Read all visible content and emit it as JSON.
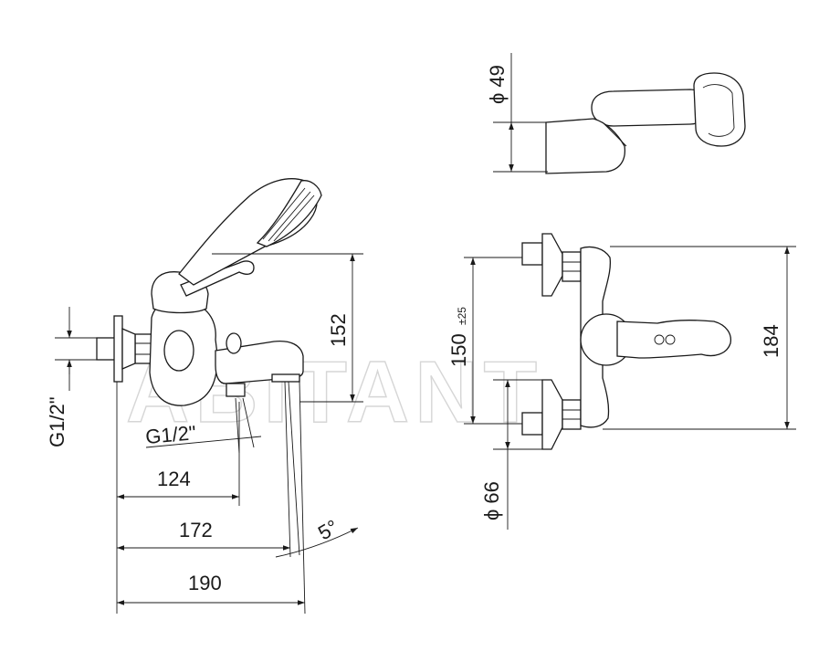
{
  "watermark": "ABITANT",
  "dimensions": {
    "thread_left": "G1/2\"",
    "thread_outlet": "G1/2\"",
    "len_124": "124",
    "len_172": "172",
    "len_190": "190",
    "height_152": "152",
    "angle_5": "5°",
    "dia_49": "ϕ 49",
    "dia_66": "ϕ 66",
    "spacing_150": "150",
    "spacing_tol": "±25",
    "height_184": "184"
  }
}
